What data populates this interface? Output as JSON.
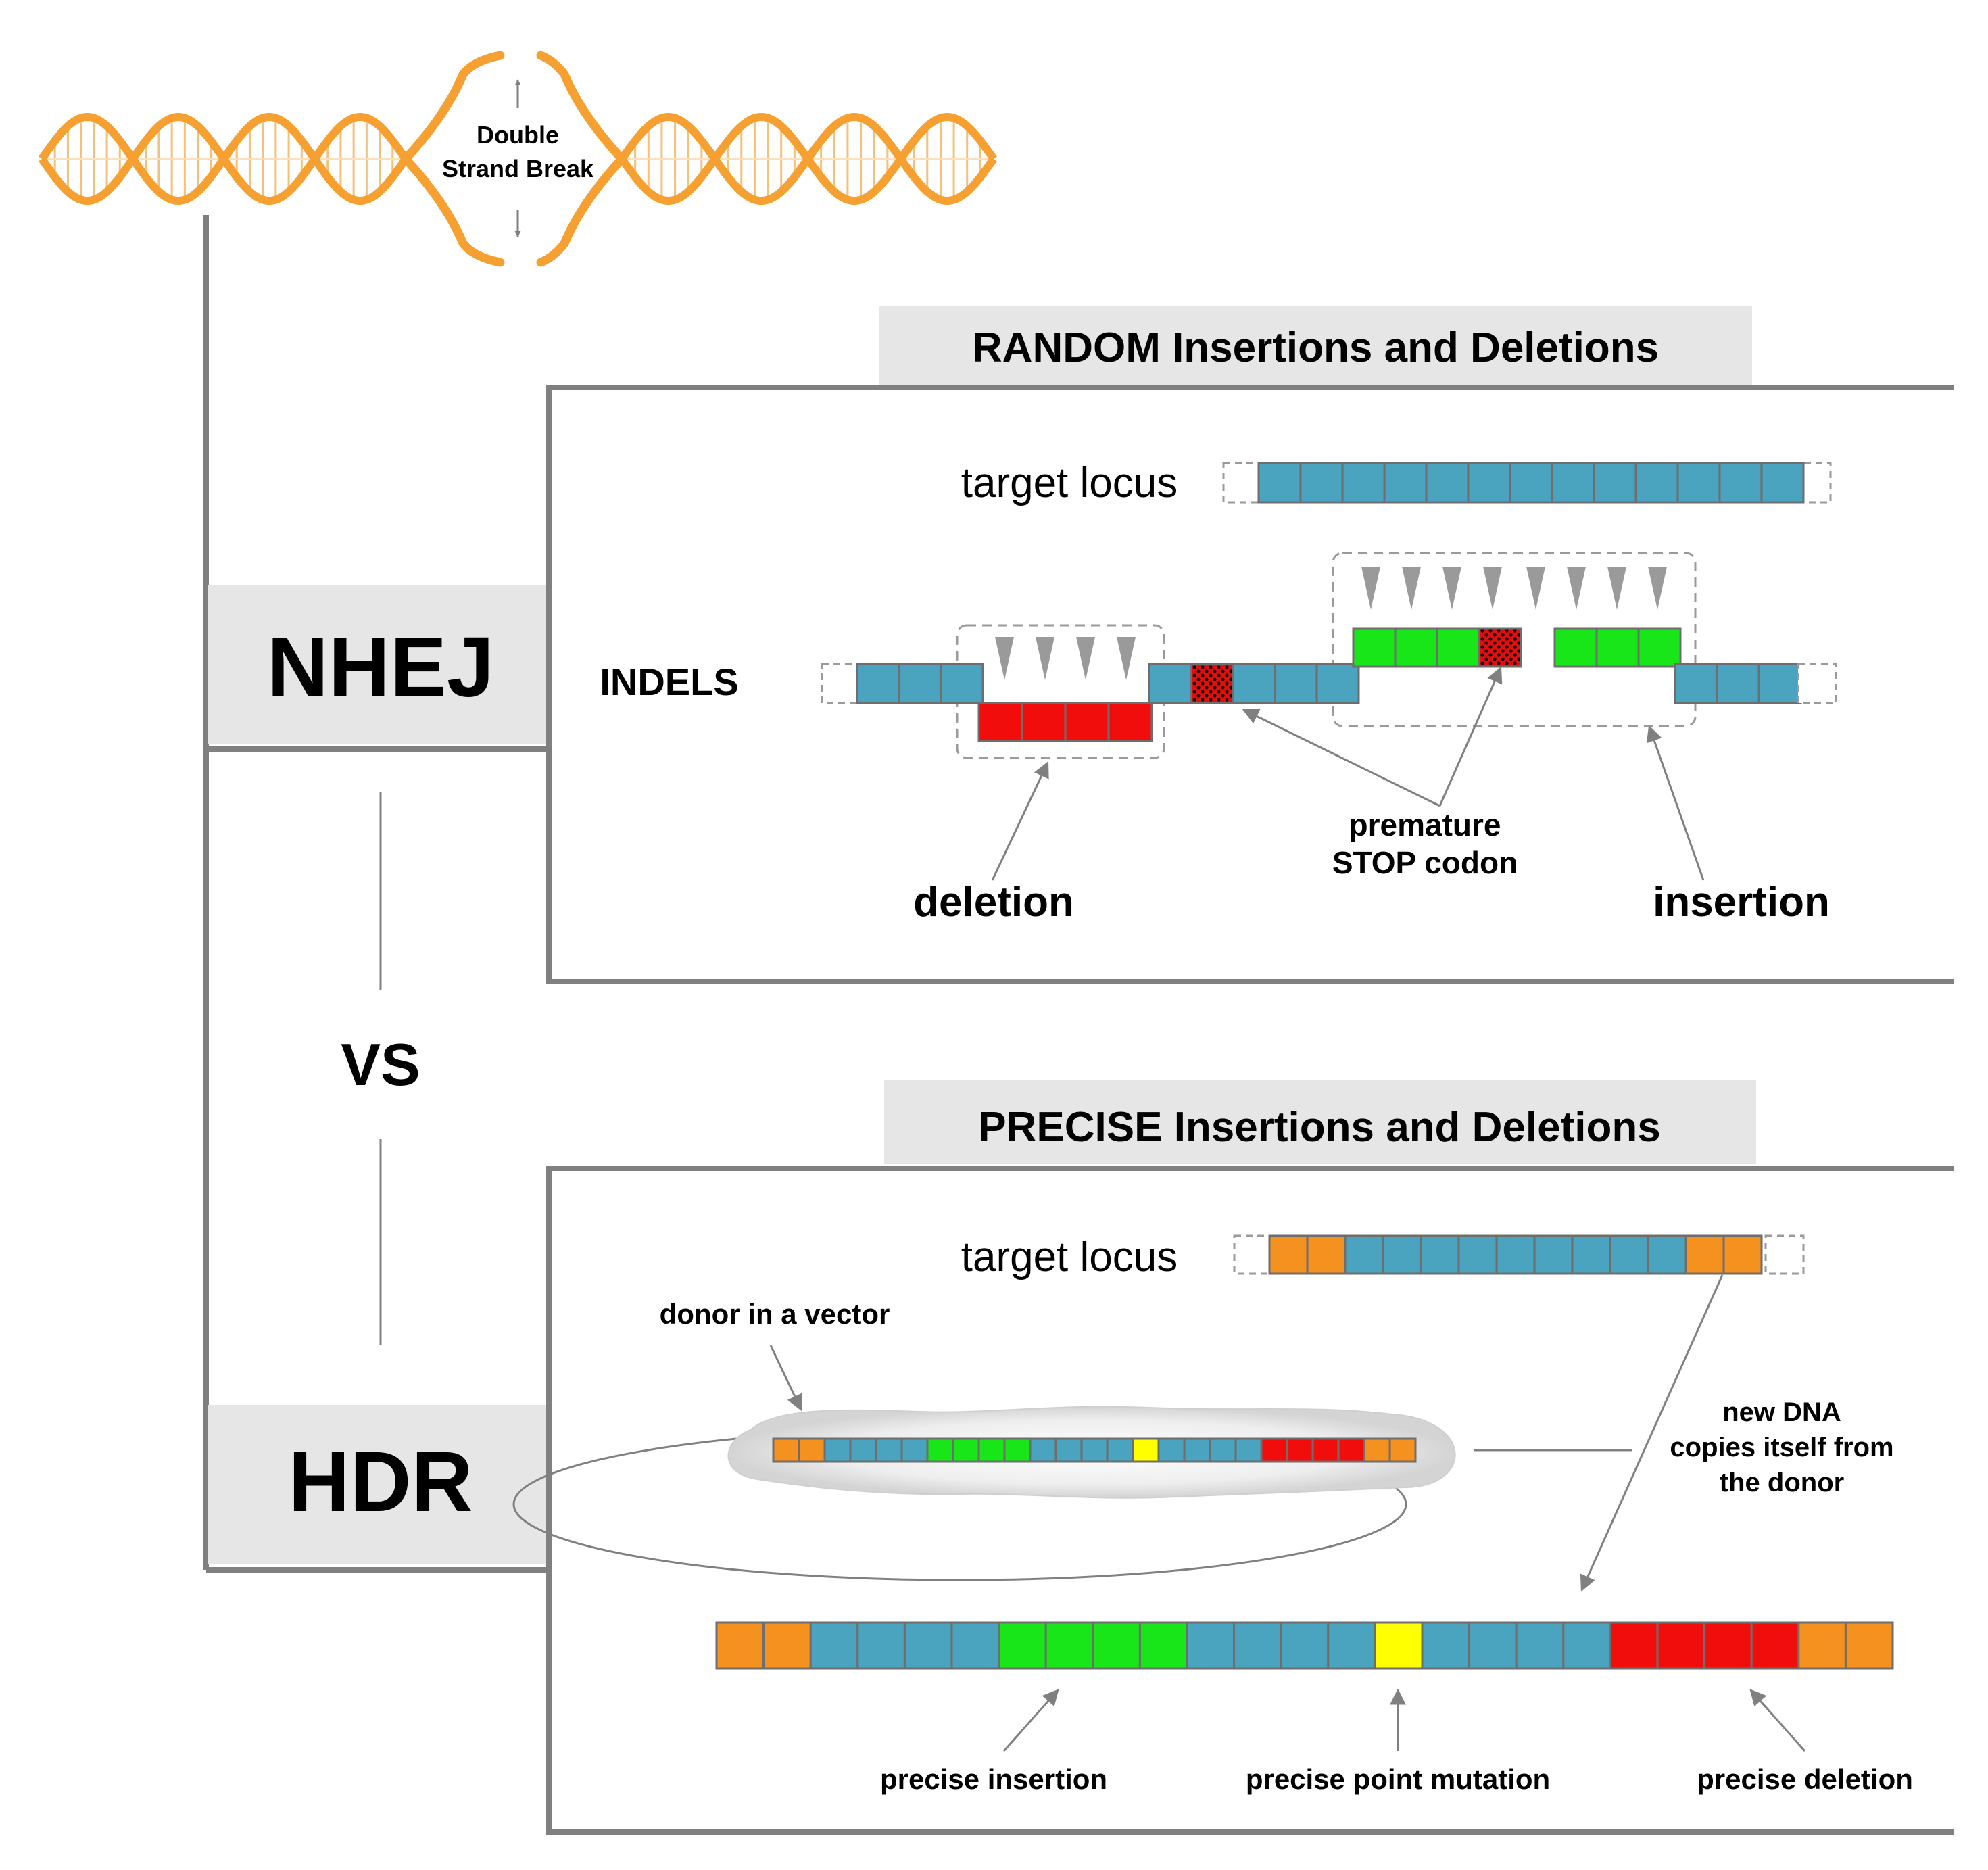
{
  "dsb": {
    "line1": "Double",
    "line2": "Strand Break"
  },
  "nhej": {
    "label": "NHEJ",
    "banner": "RANDOM Insertions and Deletions",
    "target_label": "target locus",
    "indels_label": "INDELS",
    "deletion_label": "deletion",
    "stop_line1": "premature",
    "stop_line2": "STOP codon",
    "insertion_label": "insertion"
  },
  "vs_label": "VS",
  "hdr": {
    "label": "HDR",
    "banner": "PRECISE Insertions and Deletions",
    "target_label": "target locus",
    "donor_label": "donor in a vector",
    "newdna_line1": "new DNA",
    "newdna_line2": "copies itself from",
    "newdna_line3": "the donor",
    "precise_insertion": "precise insertion",
    "precise_point": "precise point mutation",
    "precise_deletion": "precise deletion"
  },
  "colors": {
    "blue": "#4aa3bf",
    "green": "#19e619",
    "red": "#f20d0d",
    "orange": "#f5911e",
    "yellow": "#ffff00",
    "dna": "#f5a030",
    "banner": "#e6e6e6",
    "frame": "#808080"
  },
  "sequences": {
    "nhej_target": [
      "b",
      "b",
      "b",
      "b",
      "b",
      "b",
      "b",
      "b",
      "b",
      "b",
      "b",
      "b",
      "b"
    ],
    "hdr_target": [
      "o",
      "o",
      "b",
      "b",
      "b",
      "b",
      "b",
      "b",
      "b",
      "b",
      "b",
      "o",
      "o"
    ],
    "donor": [
      "o",
      "o",
      "b",
      "b",
      "b",
      "b",
      "g",
      "g",
      "g",
      "g",
      "b",
      "b",
      "b",
      "b",
      "y",
      "b",
      "b",
      "b",
      "b",
      "r",
      "r",
      "r",
      "r",
      "o",
      "o"
    ],
    "result": [
      "o",
      "o",
      "b",
      "b",
      "b",
      "b",
      "g",
      "g",
      "g",
      "g",
      "b",
      "b",
      "b",
      "b",
      "y",
      "b",
      "b",
      "b",
      "b",
      "r",
      "r",
      "r",
      "r",
      "o",
      "o"
    ]
  }
}
